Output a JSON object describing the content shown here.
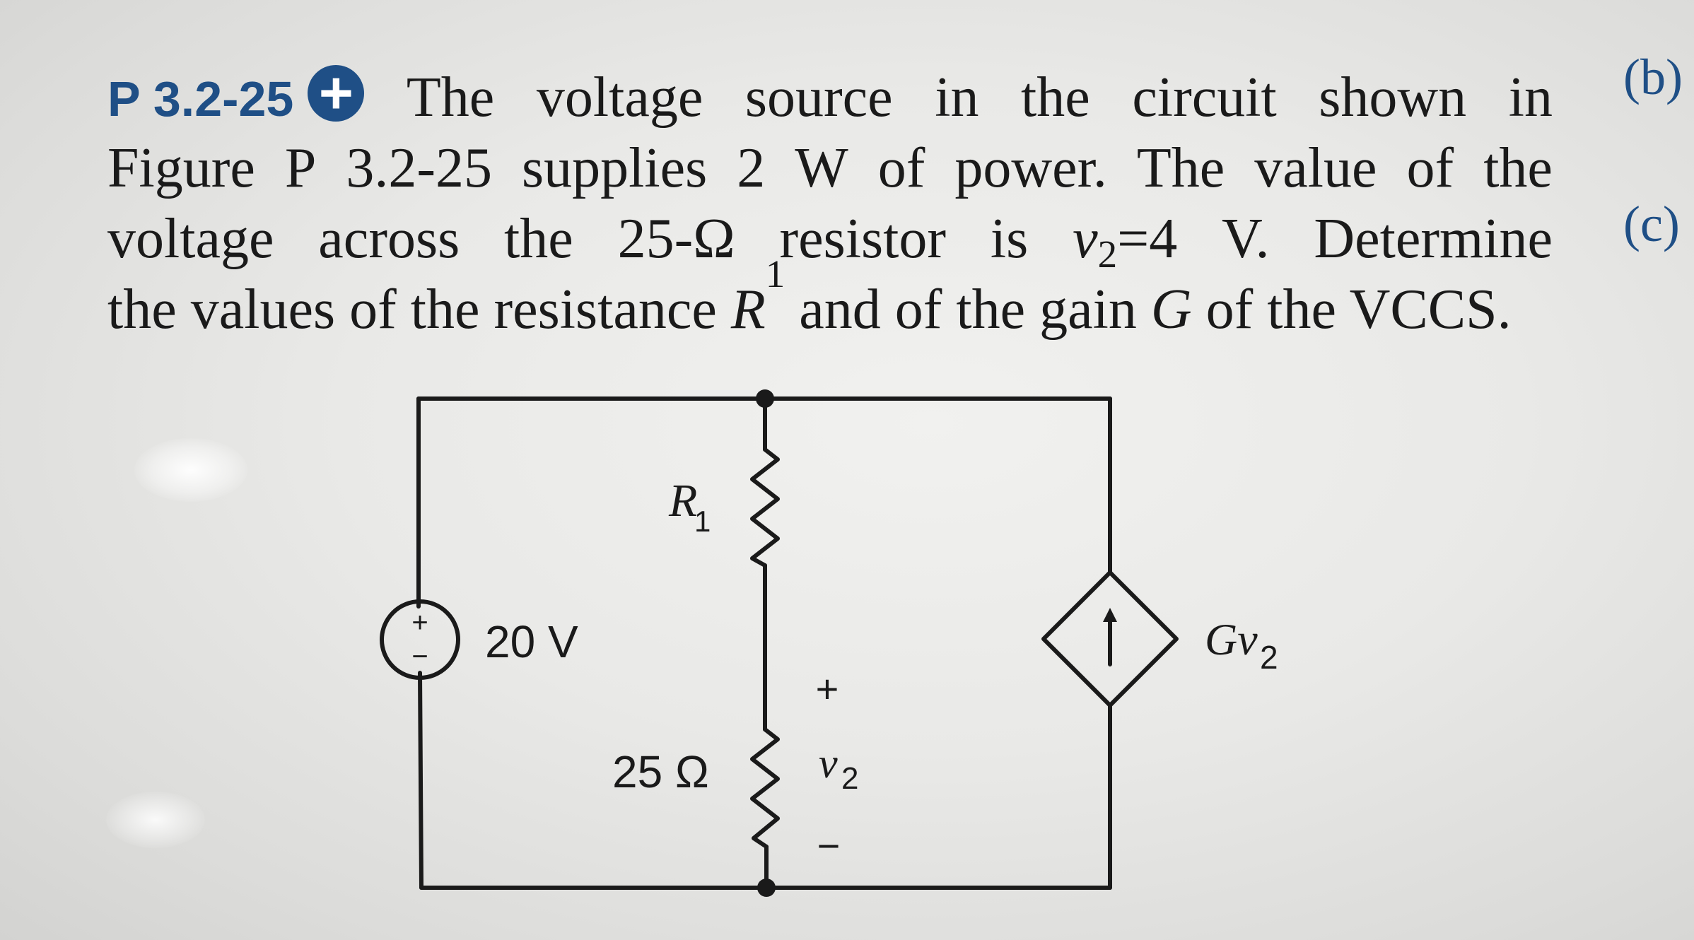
{
  "problem": {
    "number": "P 3.2-25",
    "badge": "+",
    "line1_words": [
      "The",
      "voltage",
      "source",
      "in",
      "the",
      "circuit",
      "shown",
      "in"
    ],
    "line2_words": [
      "Figure",
      "P",
      "3.2-25",
      "supplies",
      "2",
      "W",
      "of",
      "power.",
      "The",
      "value",
      "of",
      "the"
    ],
    "line3": {
      "w1": "voltage",
      "w2": "across",
      "w3": "the",
      "w4": "25-Ω",
      "w5": "resistor",
      "w6": "is",
      "v": "v",
      "sub": "2",
      "eq": "=4",
      "unit": "V.",
      "w7": "Determine"
    },
    "line4": {
      "pre": "the values of the resistance ",
      "r": "R",
      "rsub": "1",
      "mid": " and of the gain ",
      "g": "G",
      "post": " of the VCCS."
    }
  },
  "side_labels": [
    "(b)",
    "(c)"
  ],
  "circuit": {
    "source_label": "20 V",
    "source_plus": "+",
    "source_minus": "−",
    "r1_label": "R",
    "r1_sub": "1",
    "r2_label": "25 Ω",
    "v2_plus": "+",
    "v2_label": "v",
    "v2_sub": "2",
    "v2_minus": "−",
    "vccs_label": "Gv",
    "vccs_sub": "2",
    "vccs_arrow": "↑"
  }
}
